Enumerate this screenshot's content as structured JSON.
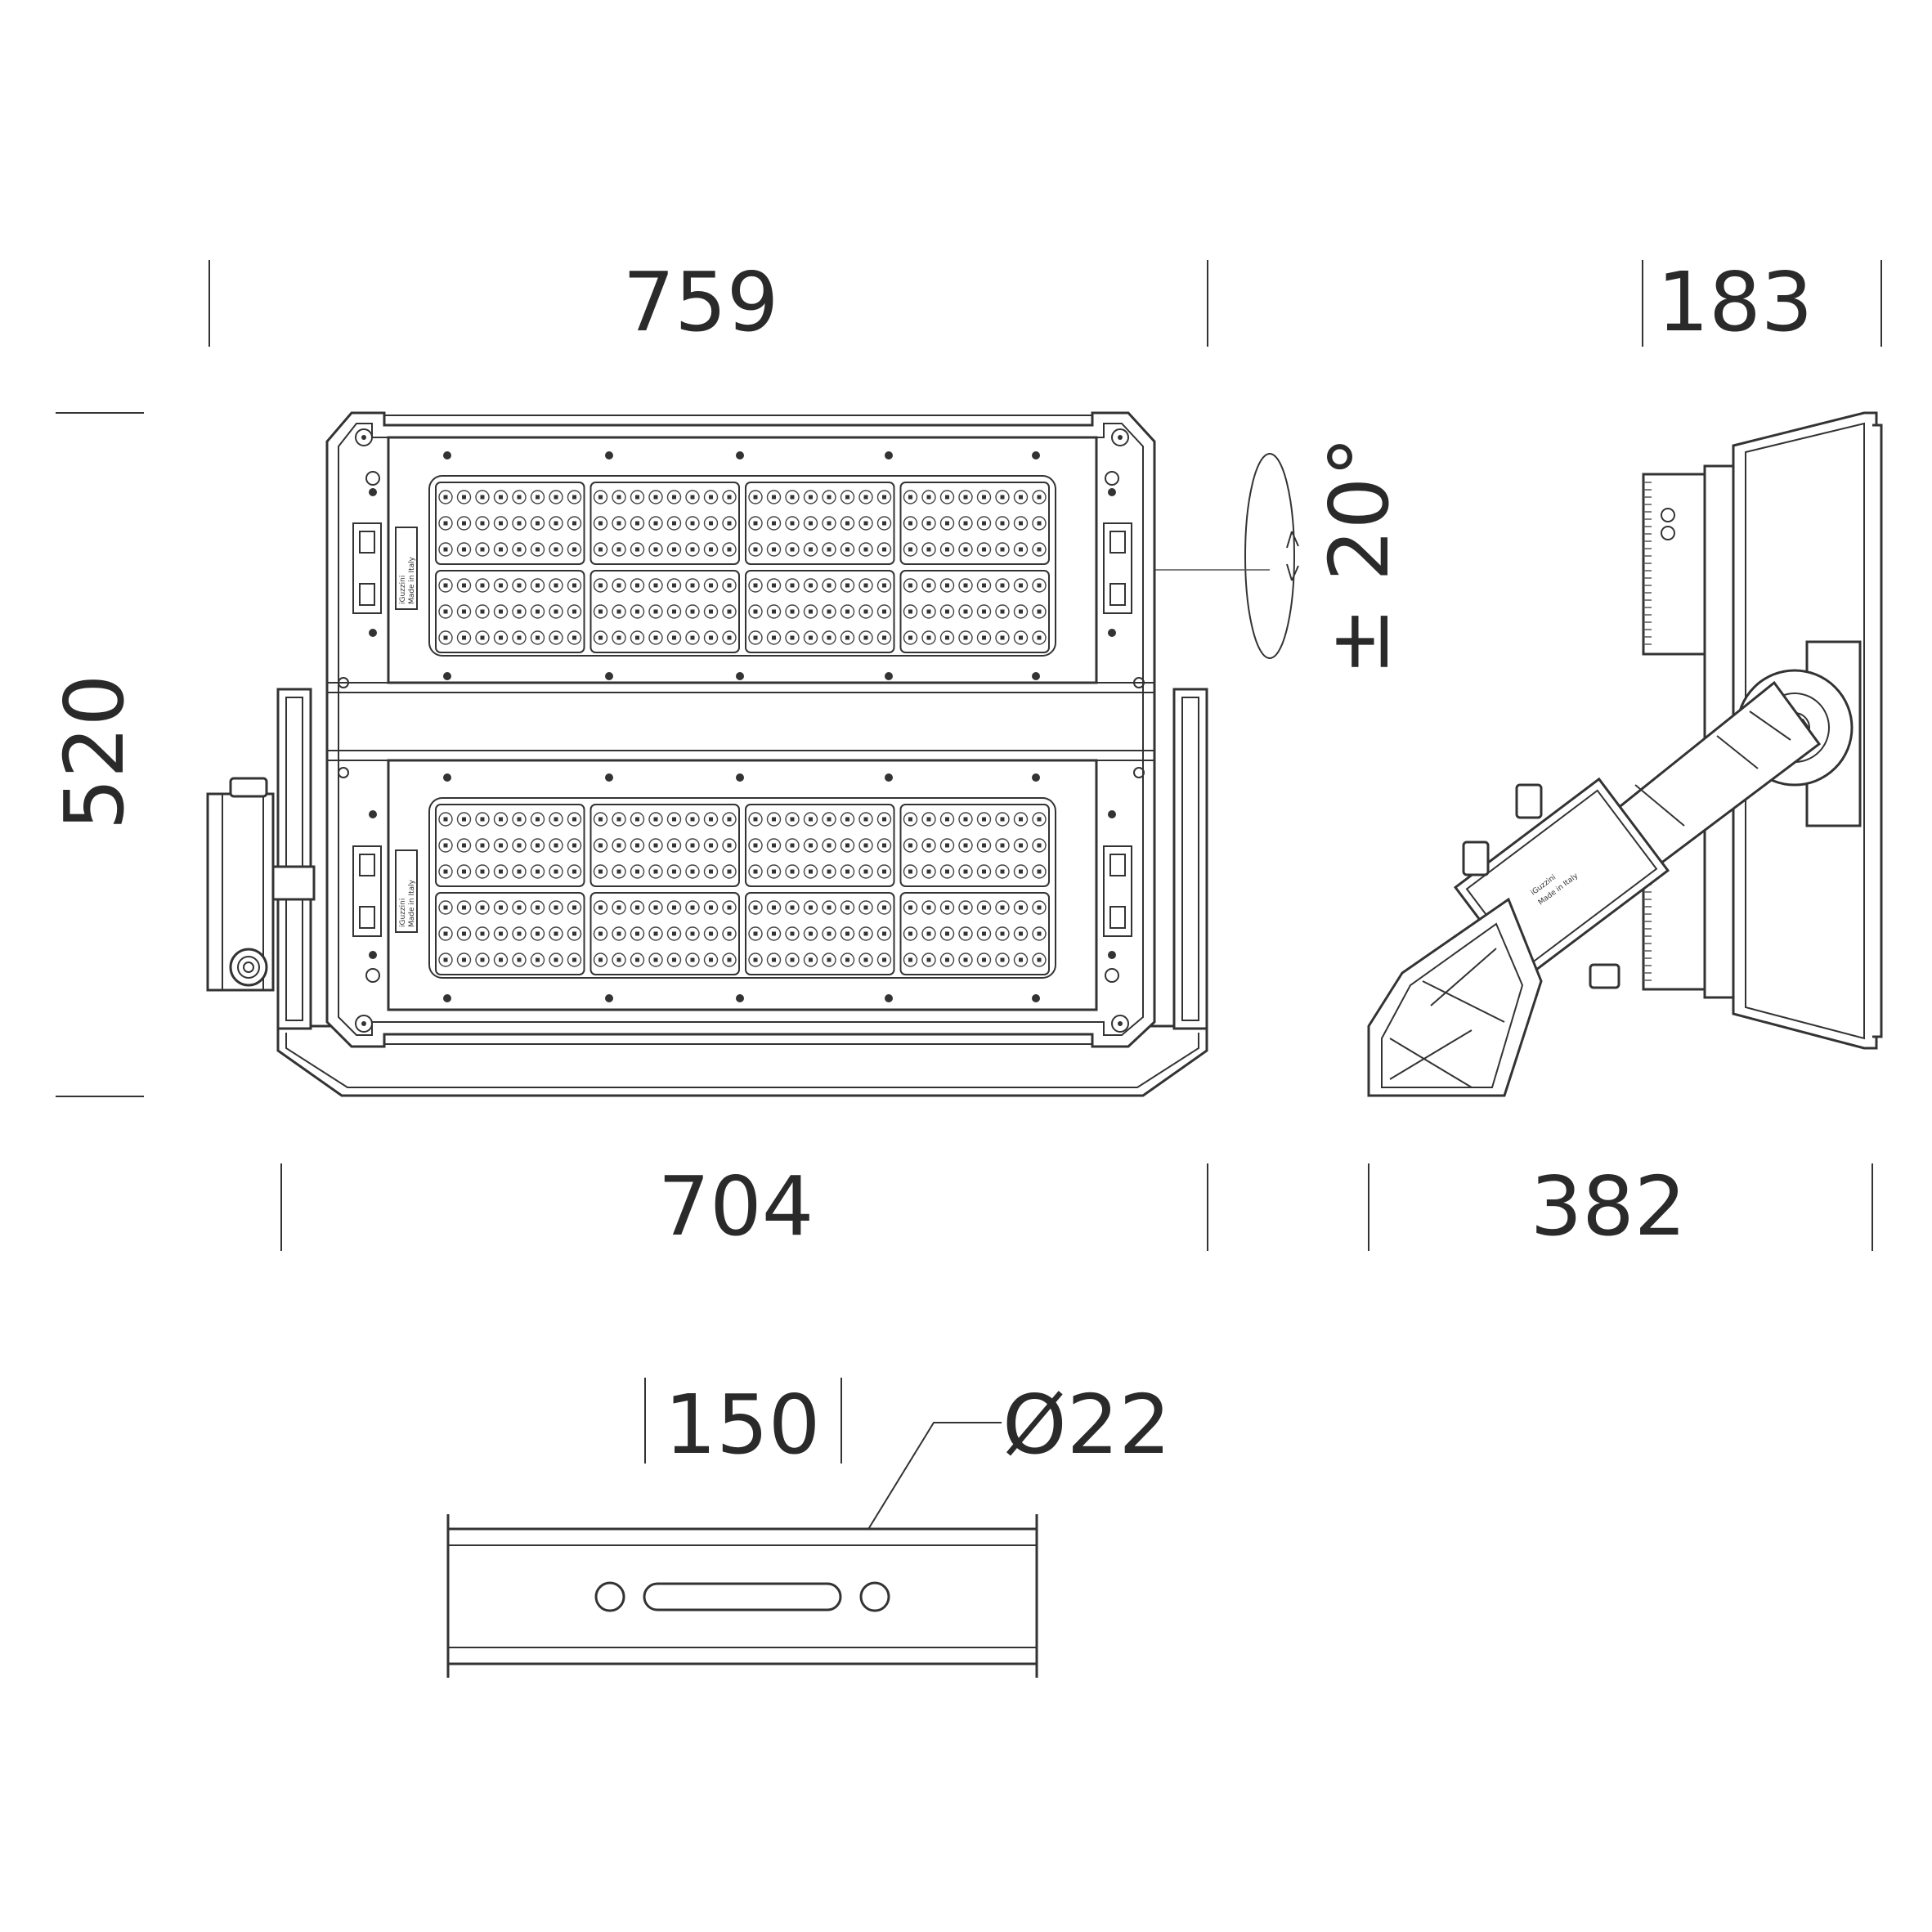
{
  "dimensions": {
    "width_front": "759",
    "depth_top": "183",
    "height": "520",
    "width_bottom": "704",
    "depth_side": "382",
    "tilt": "± 20°",
    "bracket_spacing": "150",
    "hole_diameter": "Ø22"
  },
  "labels": {
    "brand_mark": "iGuzzini",
    "made_in": "Made in Italy"
  }
}
